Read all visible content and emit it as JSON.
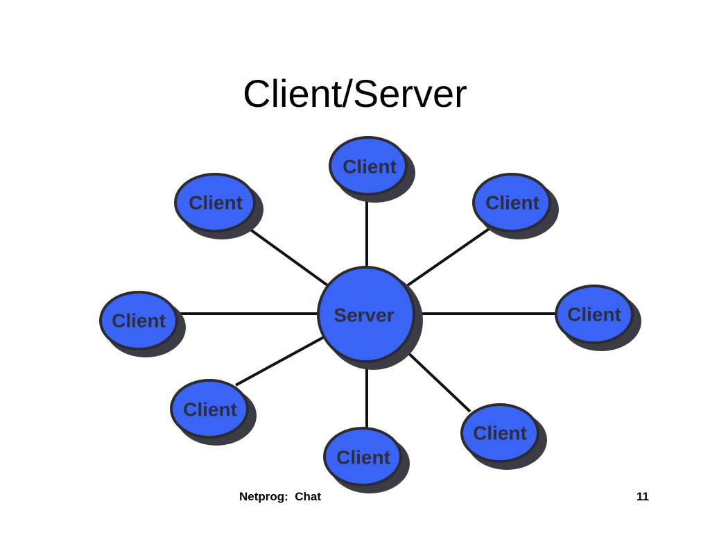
{
  "slide": {
    "title": "Client/Server",
    "footer_left": "Netprog:  Chat",
    "page_number": "11"
  },
  "diagram": {
    "server": {
      "label": "Server"
    },
    "clients": [
      {
        "label": "Client"
      },
      {
        "label": "Client"
      },
      {
        "label": "Client"
      },
      {
        "label": "Client"
      },
      {
        "label": "Client"
      },
      {
        "label": "Client"
      },
      {
        "label": "Client"
      },
      {
        "label": "Client"
      }
    ]
  },
  "colors": {
    "node_fill": "#3a64f5",
    "node_stroke": "#2b2b33",
    "node_shadow": "#3c3c44",
    "connector": "#111111",
    "label_text": "#2e2e3a"
  }
}
